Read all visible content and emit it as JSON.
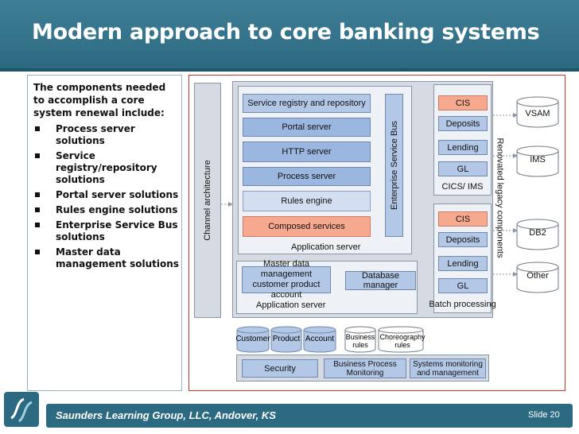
{
  "title": "Modern approach to core banking systems",
  "intro": "The components needed to accomplish a core system renewal include:",
  "bullets": [
    "Process server solutions",
    "Service registry/repository solutions",
    "Portal server solutions",
    "Rules engine solutions",
    "Enterprise Service Bus solutions",
    "Master data management solutions"
  ],
  "diagram": {
    "channel_architecture": "Channel architecture",
    "service_registry": "Service registry and repository",
    "portal_server": "Portal server",
    "http_server": "HTTP server",
    "process_server": "Process server",
    "rules_engine": "Rules engine",
    "composed_services": "Composed services",
    "application_server_top": "Application server",
    "esb": "Enterprise Service Bus",
    "master_data_line1": "Master data management",
    "master_data_line2": "customer product account",
    "database_manager": "Database manager",
    "application_server_bottom": "Application server",
    "cics_group": {
      "items": [
        "CIS",
        "Deposits",
        "Lending",
        "GL"
      ],
      "label": "CICS/ IMS"
    },
    "batch_group": {
      "items": [
        "CIS",
        "Deposits",
        "Lending",
        "GL"
      ],
      "label": "Batch processing"
    },
    "renovated_legacy": "Renovated legacy components",
    "databases": [
      "VSAM",
      "IMS",
      "DB2",
      "Other"
    ],
    "data_stores": [
      "Customer",
      "Product",
      "Account"
    ],
    "business_rules": "Business rules",
    "choreography_rules": "Choreography rules",
    "security": "Security",
    "bpm_line1": "Business Process",
    "bpm_line2": "Monitoring",
    "systems_line1": "Systems monitoring",
    "systems_line2": "and management"
  },
  "footer": {
    "company": "Saunders Learning Group, LLC, Andover, KS",
    "slide": "Slide 20"
  },
  "colors": {
    "title_bar": "#2c6a82",
    "diagram_border": "#c0392b",
    "service_blue": "#b3c8e6",
    "composed_salmon": "#f6a98f"
  }
}
